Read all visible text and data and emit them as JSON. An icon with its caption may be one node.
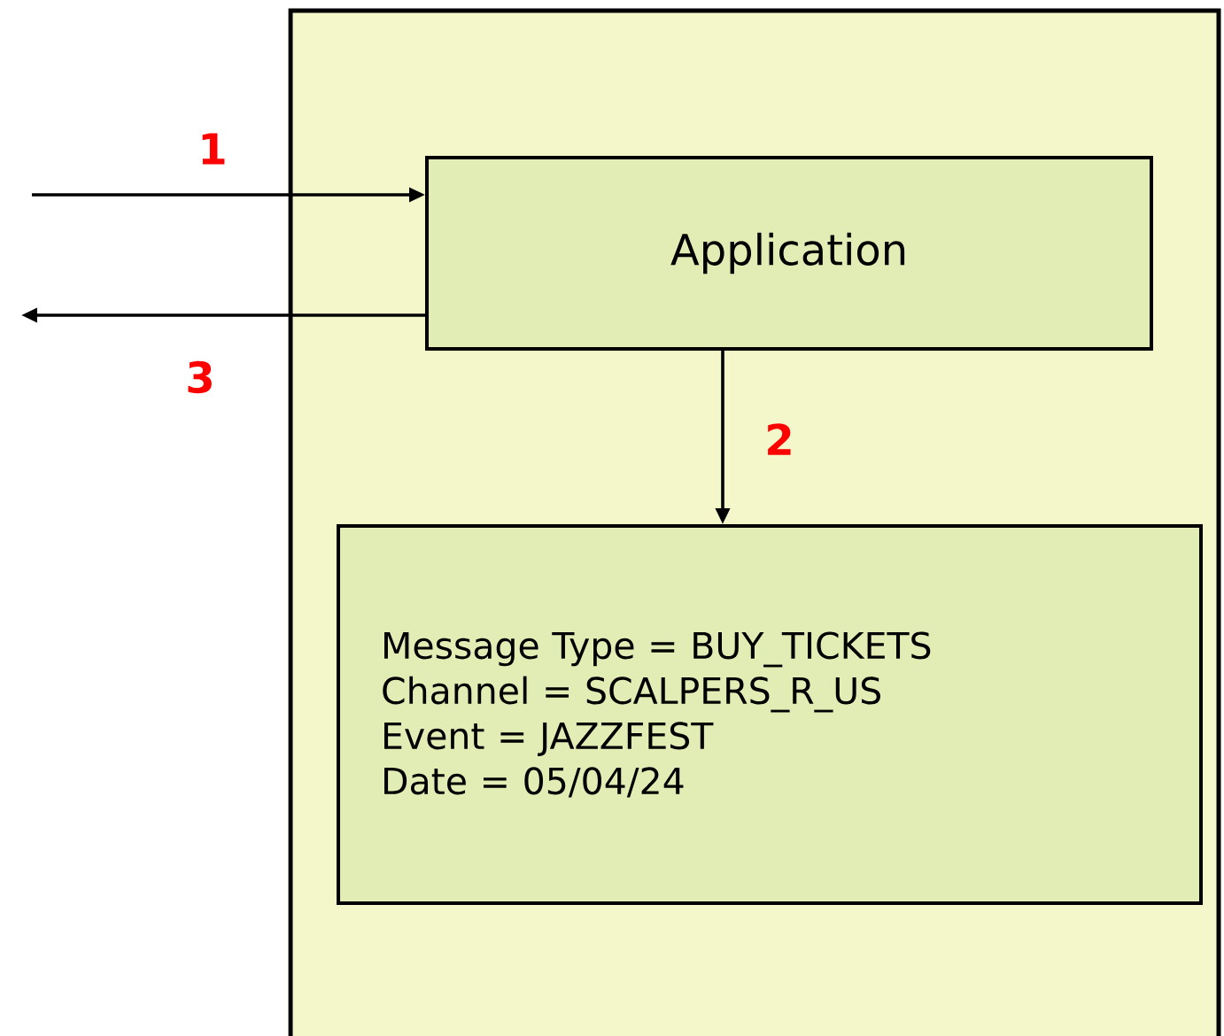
{
  "diagram": {
    "nodes": [
      {
        "text": [],
        "shape": "box"
      },
      {
        "text": [
          "Application"
        ],
        "in": 0
      },
      {
        "text": [
          "Message Type = BUY_TICKETS",
          "Channel = SCALPERS_R_US",
          "Event = JAZZFEST",
          "Date = 05/04/24"
        ],
        "in": 0
      }
    ],
    "edges": [
      {
        "from": null,
        "to": 1,
        "arrow": "to",
        "label": "1"
      },
      {
        "from": 1,
        "to": null,
        "arrow": "to",
        "label": "3"
      },
      {
        "from": 1,
        "to": 2,
        "arrow": "to",
        "label": "2"
      }
    ]
  }
}
